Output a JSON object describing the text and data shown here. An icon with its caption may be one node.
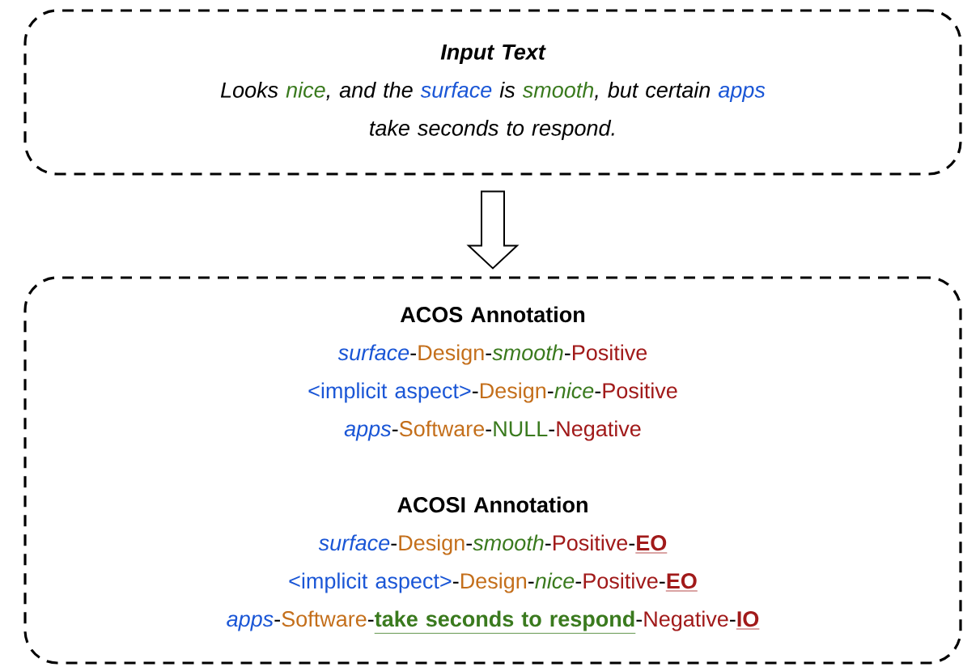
{
  "diagram": {
    "nodes": [
      {
        "text": [
          "Input Text",
          "Looks",
          "nice",
          ", and the",
          "surface",
          "is",
          "smooth",
          ", but certain",
          "apps",
          "take seconds to respond."
        ]
      },
      {
        "text": [
          "ACOS Annotation",
          "surface",
          "-",
          "Design",
          "-",
          "smooth",
          "-",
          "Positive",
          "<implicit aspect>",
          "-",
          "Design",
          "-",
          "nice",
          "-",
          "Positive",
          "apps",
          "-",
          "Software",
          "-",
          "NULL",
          "-",
          "Negative",
          "ACOSI Annotation",
          "surface",
          "-",
          "Design",
          "-",
          "smooth",
          "-",
          "Positive",
          "-",
          "EO",
          "<implicit aspect>",
          "-",
          "Design",
          "-",
          "nice",
          "-",
          "Positive",
          "-",
          "EO",
          "apps",
          "-",
          "Software",
          "-",
          "take seconds to respond",
          "-",
          "Negative",
          "-",
          "IO"
        ]
      }
    ],
    "edges": [
      {
        "from": 0,
        "to": 1,
        "arrow": "to"
      }
    ]
  }
}
